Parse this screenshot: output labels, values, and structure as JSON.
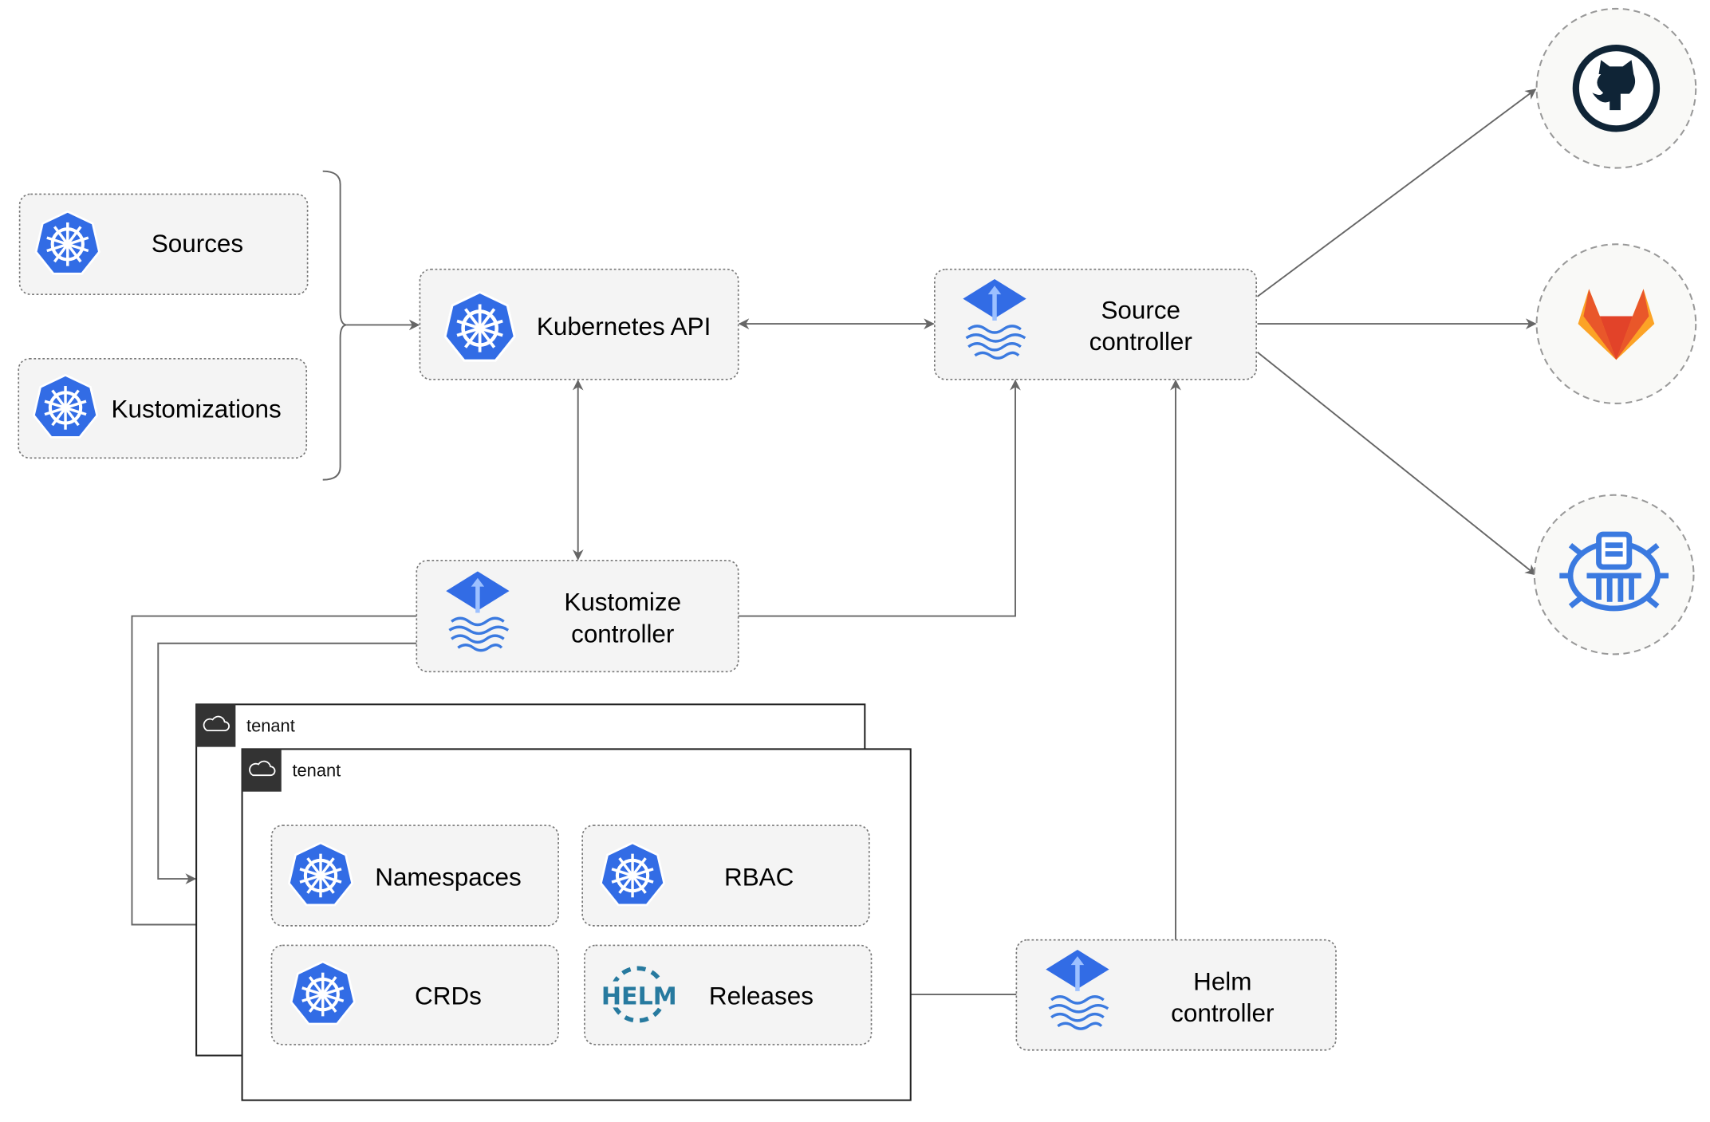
{
  "nodes": {
    "sources": "Sources",
    "kustomizations": "Kustomizations",
    "kubernetes_api": "Kubernetes API",
    "source_controller": [
      "Source",
      "controller"
    ],
    "kustomize_controller": [
      "Kustomize",
      "controller"
    ],
    "helm_controller": [
      "Helm",
      "controller"
    ],
    "namespaces": "Namespaces",
    "rbac": "RBAC",
    "crds": "CRDs",
    "releases": "Releases",
    "helm_logo": "HELM"
  },
  "tenants": [
    "tenant",
    "tenant"
  ],
  "external": [
    "github-icon",
    "gitlab-icon",
    "bucket-icon"
  ],
  "colors": {
    "k8s_blue": "#326ce5",
    "flux_blue": "#3b7ae0",
    "helm": "#277a9f",
    "gitlab_orange": "#e9572a",
    "github": "#0f2436"
  }
}
